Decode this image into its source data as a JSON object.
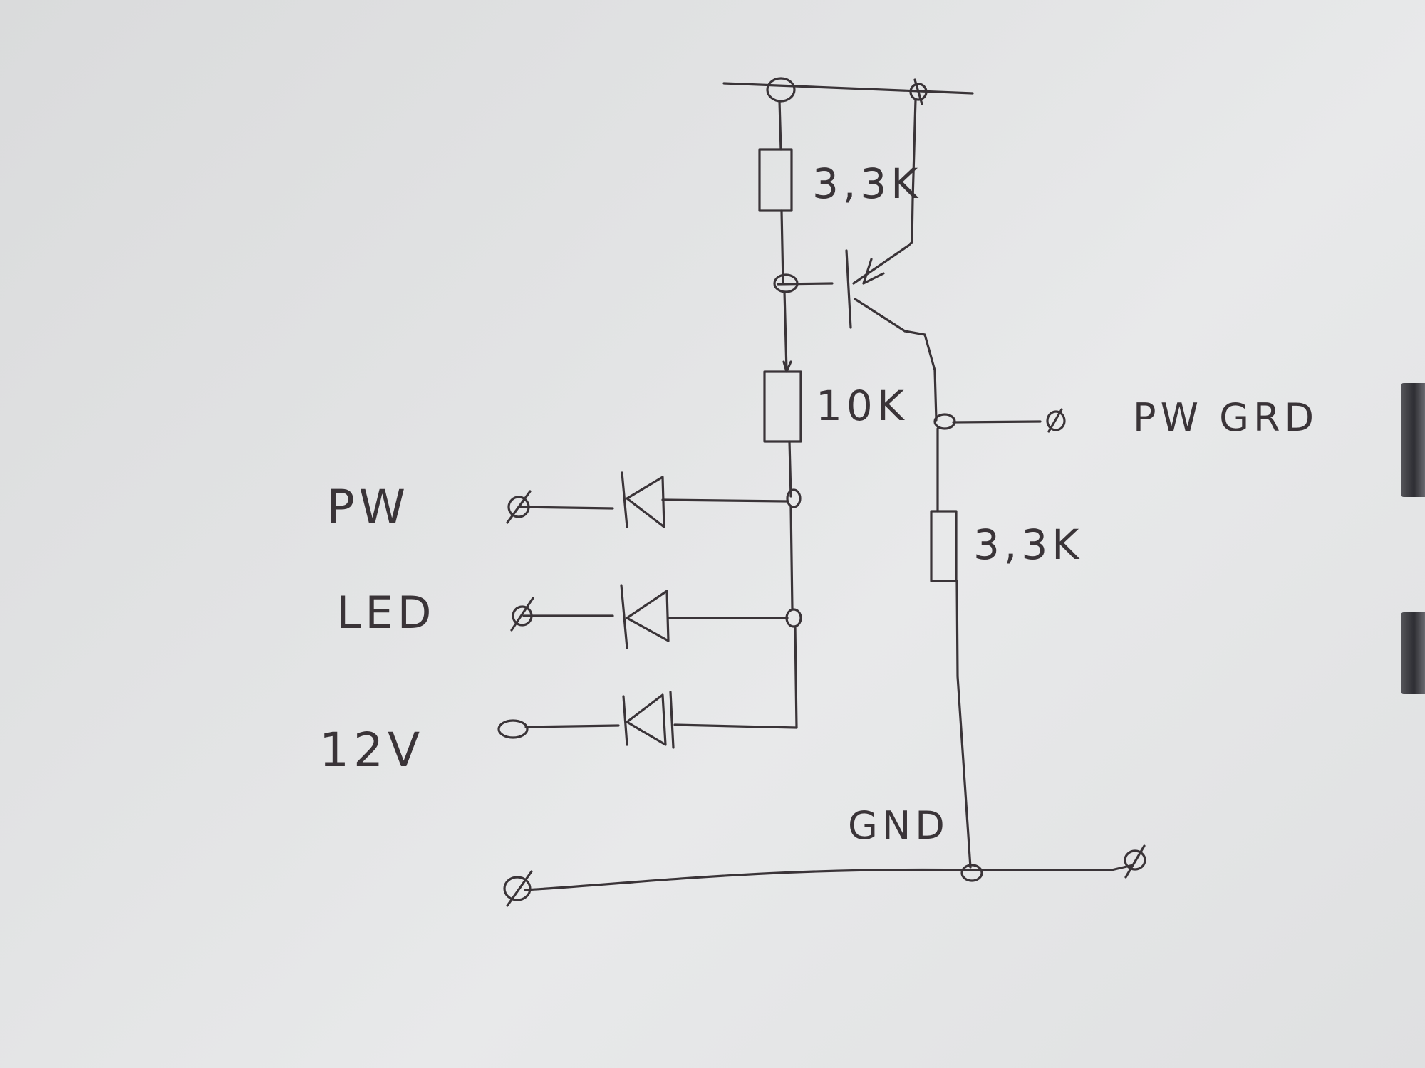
{
  "labels": {
    "r_top": "3,3K",
    "r_mid": "10K",
    "r_right": "3,3K",
    "pw_grd": "PW GRD",
    "pw": "PW",
    "led": "LED",
    "v12": "12V",
    "gnd": "GND"
  },
  "colors": {
    "ink": "#3a3438",
    "paper": "#e3e4e5"
  }
}
